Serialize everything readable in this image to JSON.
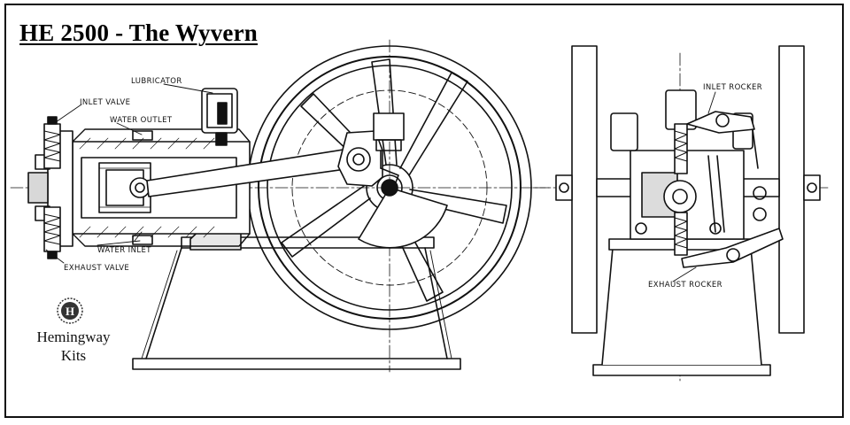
{
  "title": "HE 2500 - The Wyvern",
  "labels": {
    "lubricator": "LUBRICATOR",
    "inlet_valve": "INLET VALVE",
    "water_outlet": "WATER OUTLET",
    "water_inlet": "WATER INLET",
    "exhaust_valve": "EXHAUST VALVE",
    "inlet_rocker": "INLET ROCKER",
    "exhaust_rocker": "EXHAUST ROCKER"
  },
  "brand": {
    "logo_letter": "H",
    "line1": "Hemingway",
    "line2": "Kits"
  }
}
